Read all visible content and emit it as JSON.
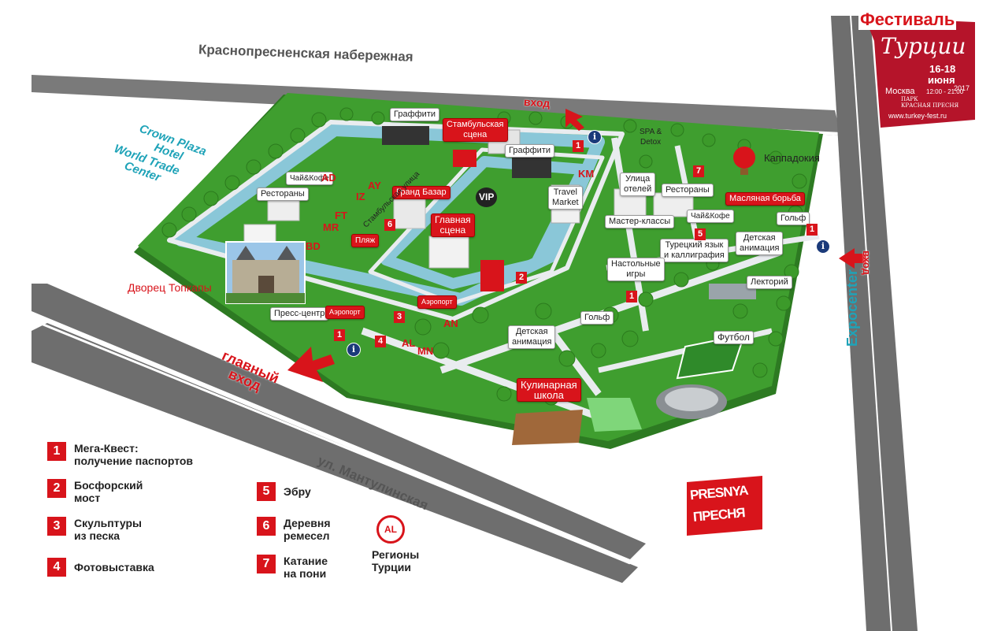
{
  "roads": {
    "north": "Краснопресненская набережная",
    "south": "ул. Мантулинская",
    "east": "Expocenter"
  },
  "hotels": {
    "crown": "Crown Plaza\nHotel",
    "wtc": "World Trade\nCenter"
  },
  "entrances": {
    "top": "вход",
    "main": "главный\nвход",
    "east": "вход"
  },
  "labels": {
    "graffiti1": "Граффити",
    "stambul_scene": "Стамбульская\nсцена",
    "graffiti2": "Граффити",
    "spa": "SPA &\nDetox",
    "kappadokia": "Каппадокия",
    "chai_kofe1": "Чай&Кофе",
    "restorany1": "Рестораны",
    "grand_bazar": "Гранд Базар",
    "vip": "VIP",
    "travel_market": "Travel\nMarket",
    "ulitsa_oteley": "Улица\nотелей",
    "restorany2": "Рестораны",
    "maslyanaya": "Масляная борьба",
    "glavnaya_scena": "Главная\nсцена",
    "plyazh": "Пляж",
    "stambul_street": "Стамбульская улица",
    "master_klassy": "Мастер-классы",
    "chai_kofe2": "Чай&Кофе",
    "golf1": "Гольф",
    "turetskiy": "Турецкий язык\nи каллиграфия",
    "detskaya1": "Детская\nанимация",
    "nastolnye": "Настольные\nигры",
    "lektoriy": "Лекторий",
    "dvorets": "Дворец Топкапы",
    "press": "Пресс-центр",
    "aeroport1": "Аэропорт",
    "aeroport2": "Аэропорт",
    "golf2": "Гольф",
    "detskaya2": "Детская\nанимация",
    "futbol": "Футбол",
    "kulinarnaya": "Кулинарная\nшкола"
  },
  "regions": [
    "AD",
    "AY",
    "IZ",
    "FT",
    "MR",
    "BD",
    "KM",
    "AN",
    "AL",
    "MN"
  ],
  "markers": [
    "1",
    "1",
    "1",
    "1",
    "2",
    "3",
    "4",
    "5",
    "6",
    "7"
  ],
  "info_symbol": "i",
  "legend": [
    {
      "num": "1",
      "text": "Мега-Квест:\nполучение паспортов"
    },
    {
      "num": "2",
      "text": "Босфорский\nмост"
    },
    {
      "num": "3",
      "text": "Скульптуры\nиз песка"
    },
    {
      "num": "4",
      "text": "Фотовыставка"
    },
    {
      "num": "5",
      "text": "Эбру"
    },
    {
      "num": "6",
      "text": "Деревня\nремесел"
    },
    {
      "num": "7",
      "text": "Катание\nна пони"
    },
    {
      "num": "AL",
      "text": "Регионы\nТурции"
    }
  ],
  "festival_logo": {
    "line1": "Фестиваль",
    "line2": "Турции",
    "dates": "16-18",
    "month": "июня",
    "year": "2017",
    "city": "Москва",
    "time": "12:00 - 21:00",
    "park": "ПАРК\nКРАСНАЯ ПРЕСНЯ",
    "site": "www.turkey-fest.ru"
  },
  "presnya_logo": {
    "line1": "PRESNYA",
    "line2": "ПРЕСНЯ"
  },
  "colors": {
    "grass": "#3f9e2f",
    "grass_light": "#5cb83e",
    "path": "#e9ecef",
    "water": "#8ac7d8",
    "road": "#6e6e6e",
    "accent": "#d8141b",
    "expocenter": "#1fa3b8"
  }
}
